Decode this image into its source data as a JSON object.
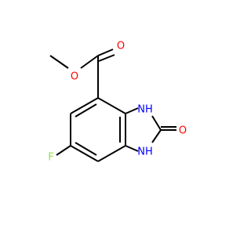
{
  "molecule": {
    "atoms": {
      "ester_oxygen": {
        "label": "O",
        "color": "#FF0000"
      },
      "carbonyl_oxygen_ester": {
        "label": "O",
        "color": "#FF0000"
      },
      "nh_top": {
        "label": "NH",
        "color": "#0000FF"
      },
      "nh_bottom": {
        "label": "NH",
        "color": "#0000FF"
      },
      "urea_oxygen": {
        "label": "O",
        "color": "#FF0000"
      },
      "fluorine": {
        "label": "F",
        "color": "#90E050"
      }
    },
    "bond_color": "#000000"
  }
}
